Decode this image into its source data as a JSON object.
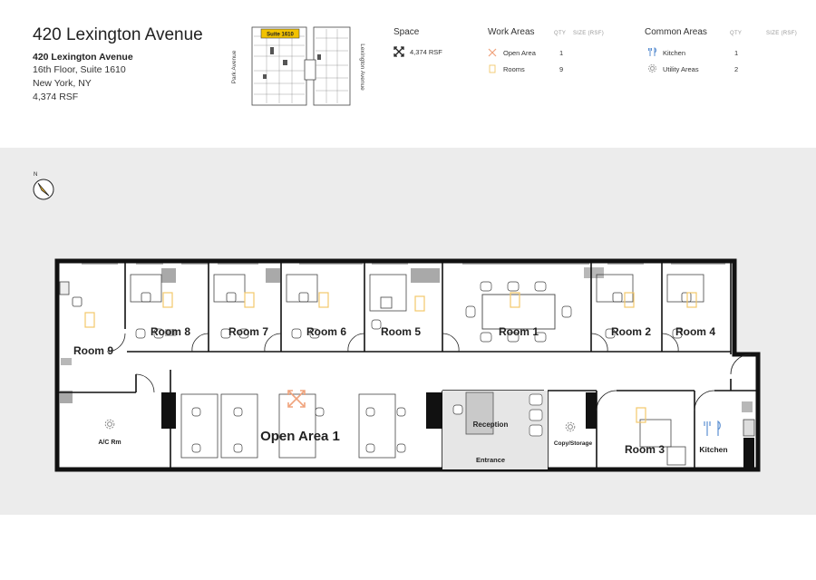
{
  "header": {
    "title": "420 Lexington Avenue",
    "building": "420 Lexington Avenue",
    "suite_line": "16th Floor, Suite 1610",
    "city_line": "New York, NY",
    "area_line": "4,374 RSF"
  },
  "keyplan": {
    "suite_tag": "Suite 1610",
    "left_street": "Park Avenue",
    "right_street": "Lexington Avenue"
  },
  "legend": {
    "space": {
      "heading": "Space",
      "size": "4,374 RSF"
    },
    "work_areas": {
      "heading": "Work Areas",
      "qty_label": "QTY",
      "size_label": "SIZE (RSF)",
      "rows": [
        {
          "label": "Open Area",
          "qty": "1",
          "icon": "open-area-icon"
        },
        {
          "label": "Rooms",
          "qty": "9",
          "icon": "room-icon"
        }
      ]
    },
    "common_areas": {
      "heading": "Common Areas",
      "qty_label": "QTY",
      "size_label": "SIZE (RSF)",
      "rows": [
        {
          "label": "Kitchen",
          "qty": "1",
          "icon": "kitchen-icon"
        },
        {
          "label": "Utility Areas",
          "qty": "2",
          "icon": "utility-icon"
        }
      ]
    }
  },
  "compass": {
    "north": "N"
  },
  "floorplan": {
    "rooms": {
      "room9": "Room 9",
      "room8": "Room 8",
      "room7": "Room 7",
      "room6": "Room 6",
      "room5": "Room 5",
      "room1": "Room 1",
      "room2": "Room 2",
      "room4": "Room 4",
      "room3": "Room 3",
      "open_area": "Open Area 1",
      "ac_room": "A/C Rm",
      "reception": "Reception",
      "entrance": "Entrance",
      "copy_storage": "Copy/Storage",
      "kitchen": "Kitchen"
    }
  },
  "colors": {
    "wall": "#111111",
    "band": "#ececec",
    "window": "#b8b8b8",
    "room_marker": "#f2c86a",
    "open_area_marker": "#f0a37c",
    "kitchen_icon": "#5b8fd1",
    "suite_highlight": "#f2c200"
  }
}
